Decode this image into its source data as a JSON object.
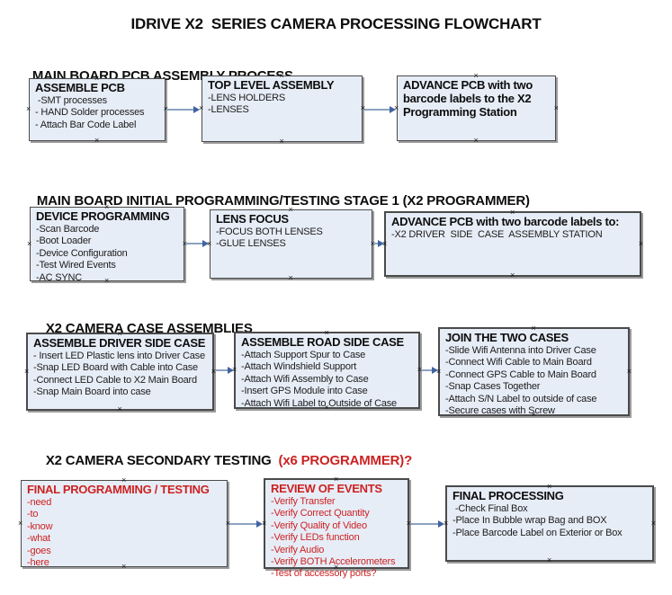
{
  "page_title": "IDRIVE X2  SERIES CAMERA PROCESSING FLOWCHART",
  "anchor_glyph": "×",
  "colors": {
    "box_fill": "#e7edf7",
    "box_border": "#4a4a4a",
    "shadow": "#9c9c9c",
    "arrow_shaft": "#8ba3c2",
    "arrow_head": "#3f63a0",
    "red": "#cc2222"
  },
  "sections": [
    {
      "heading": "MAIN BOARD PCB ASSEMBLY PROCESS",
      "heading_red": "",
      "boxes": [
        {
          "title": "ASSEMBLE PCB",
          "items": [
            " -SMT processes",
            "- HAND Solder processes",
            "- Attach Bar Code Label"
          ]
        },
        {
          "title": "TOP LEVEL ASSEMBLY",
          "items": [
            "-LENS HOLDERS",
            "-LENSES"
          ]
        },
        {
          "title": "ADVANCE PCB with two barcode labels to the  X2 Programming Station",
          "items": []
        }
      ]
    },
    {
      "heading": "MAIN BOARD INITIAL PROGRAMMING/TESTING STAGE 1 (X2 PROGRAMMER)",
      "heading_red": "",
      "boxes": [
        {
          "title": "DEVICE PROGRAMMING",
          "items": [
            "-Scan Barcode",
            "-Boot Loader",
            "-Device Configuration",
            "-Test Wired Events",
            "-AC SYNC"
          ]
        },
        {
          "title": "LENS FOCUS",
          "items": [
            "-FOCUS BOTH LENSES",
            "-GLUE LENSES"
          ]
        },
        {
          "title": "ADVANCE PCB with two barcode labels to:",
          "items": [
            "-X2 DRIVER  SIDE  CASE  ASSEMBLY STATION"
          ]
        }
      ]
    },
    {
      "heading": "X2 CAMERA CASE ASSEMBLIES",
      "heading_red": "",
      "boxes": [
        {
          "title": "ASSEMBLE DRIVER SIDE CASE",
          "items": [
            "- Insert LED Plastic lens into Driver Case",
            "-Snap LED Board with Cable into Case",
            "-Connect LED Cable to X2 Main Board",
            "-Snap Main Board into case"
          ]
        },
        {
          "title": "ASSEMBLE ROAD SIDE CASE",
          "items": [
            "-Attach Support Spur to Case",
            "-Attach Windshield Support",
            "-Attach Wifi Assembly to Case",
            "-Insert GPS Module into Case",
            "-Attach Wifi Label to Outside of Case"
          ]
        },
        {
          "title": "JOIN THE TWO CASES",
          "items": [
            "-Slide Wifi Antenna into Driver Case",
            "-Connect Wifi Cable to Main Board",
            "-Connect GPS Cable to Main Board",
            "-Snap Cases Together",
            "-Attach S/N Label to outside of case",
            "-Secure cases with Screw"
          ]
        }
      ]
    },
    {
      "heading": "X2 CAMERA SECONDARY TESTING ",
      "heading_red": " (x6 PROGRAMMER)?",
      "boxes": [
        {
          "title": "FINAL PROGRAMMING / TESTING",
          "items": [
            "-need",
            "-to",
            "-know",
            "-what",
            "-goes",
            "-here"
          ]
        },
        {
          "title": "REVIEW OF EVENTS",
          "items": [
            "-Verify Transfer",
            "-Verify Correct Quantity",
            "-Verify Quality of Video",
            "-Verify LEDs function",
            "-Verify Audio",
            "-Verify BOTH Accelerometers",
            "-Test of accessory ports?"
          ]
        },
        {
          "title": "FINAL PROCESSING",
          "items": [
            " -Check Final Box",
            "-Place In Bubble wrap Bag and BOX",
            "-Place Barcode Label on Exterior or Box"
          ]
        }
      ]
    }
  ]
}
